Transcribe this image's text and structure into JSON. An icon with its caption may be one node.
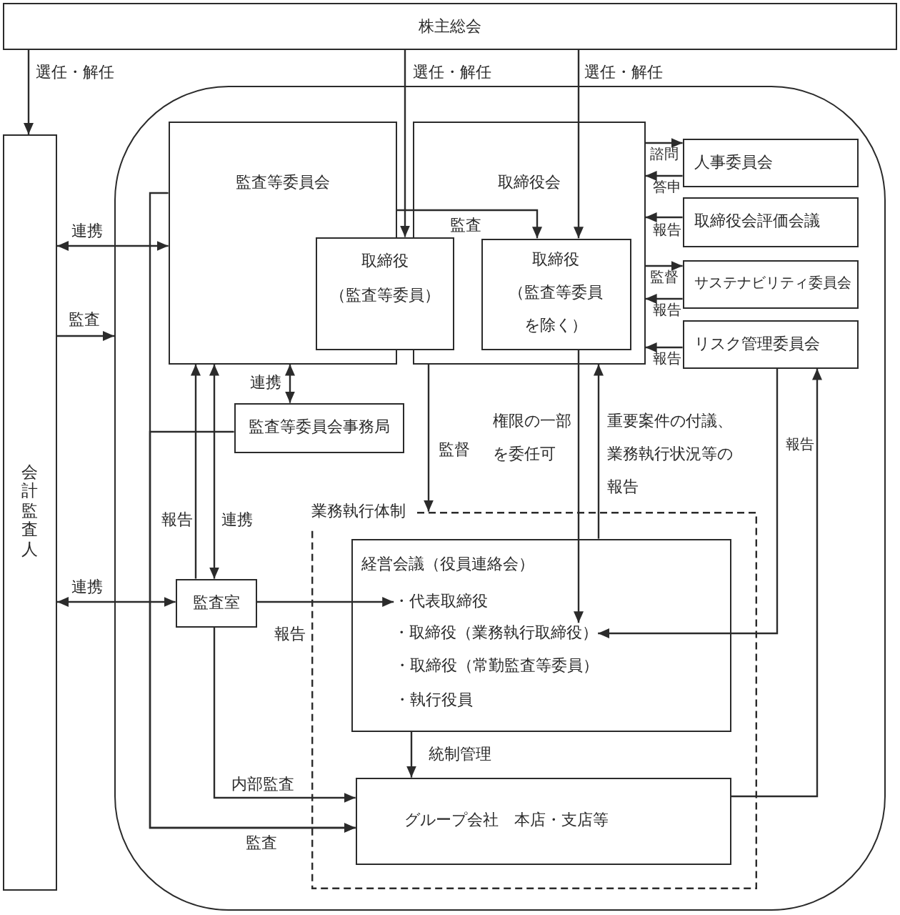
{
  "diagram": {
    "nodes": [
      {
        "text": [
          "株主総会"
        ]
      },
      {
        "text": [
          "会計監査人"
        ]
      },
      {
        "text": [],
        "shape": "box"
      },
      {
        "text": [
          "監査等委員会"
        ],
        "in": 2
      },
      {
        "text": [
          "取締役会"
        ],
        "in": 2
      },
      {
        "text": [
          "取締役",
          "（監査等委員）"
        ],
        "in": 2
      },
      {
        "text": [
          "取締役",
          "（監査等委員を除く）"
        ],
        "in": 4
      },
      {
        "text": [
          "人事委員会"
        ],
        "in": 2
      },
      {
        "text": [
          "取締役会評価会議"
        ],
        "in": 2
      },
      {
        "text": [
          "サステナビリティ委員会"
        ],
        "in": 2
      },
      {
        "text": [
          "リスク管理委員会"
        ],
        "in": 2
      },
      {
        "text": [
          "監査等委員会事務局"
        ],
        "in": 2
      },
      {
        "text": [
          "監査室"
        ],
        "in": 2
      },
      {
        "text": [
          "業務執行体制"
        ],
        "in": 2
      },
      {
        "text": [
          "経営会議（役員連絡会）",
          "・取締役（常勤監査等委員）",
          "・執行役員"
        ],
        "in": 13
      },
      {
        "text": [
          "・代表取締役"
        ],
        "in": 14
      },
      {
        "text": [
          "・取締役（業務執行取締役）"
        ],
        "in": 14
      },
      {
        "text": [
          "グループ会社　本店・支店等"
        ],
        "in": 13
      }
    ],
    "edges": [
      {
        "from": 0,
        "to": 1,
        "arrow": "to",
        "label": "選任・解任"
      },
      {
        "from": 0,
        "to": 5,
        "arrow": "to",
        "label": "選任・解任"
      },
      {
        "from": 0,
        "to": 6,
        "arrow": "to",
        "label": "選任・解任"
      },
      {
        "from": 1,
        "to": 3,
        "arrow": "both",
        "label": "連携"
      },
      {
        "from": 1,
        "to": 2,
        "arrow": "to",
        "label": "監査"
      },
      {
        "from": 3,
        "to": 6,
        "arrow": "to",
        "label": "監査"
      },
      {
        "from": 4,
        "to": 7,
        "arrow": "to",
        "label": "諮問"
      },
      {
        "from": 7,
        "to": 4,
        "arrow": "to",
        "label": "答申"
      },
      {
        "from": 8,
        "to": 4,
        "arrow": "to",
        "label": "報告"
      },
      {
        "from": 4,
        "to": 9,
        "arrow": "to",
        "label": "監督"
      },
      {
        "from": 9,
        "to": 4,
        "arrow": "to",
        "label": "報告"
      },
      {
        "from": 10,
        "to": 4,
        "arrow": "to",
        "label": "報告"
      },
      {
        "from": 3,
        "to": 11,
        "arrow": "both",
        "label": "連携"
      },
      {
        "from": 3,
        "to": 17,
        "arrow": "to",
        "label": "監査"
      },
      {
        "from": 11,
        "to": 17,
        "arrow": "to"
      },
      {
        "from": 12,
        "to": 3,
        "arrow": "to",
        "label": "報告"
      },
      {
        "from": 3,
        "to": 12,
        "arrow": "both",
        "label": "連携"
      },
      {
        "from": 1,
        "to": 12,
        "arrow": "both",
        "label": "連携"
      },
      {
        "from": 12,
        "to": 15,
        "arrow": "to",
        "label": "報告"
      },
      {
        "from": 12,
        "to": 17,
        "arrow": "to",
        "label": "内部監査"
      },
      {
        "from": 4,
        "to": 13,
        "arrow": "to",
        "label": "監督"
      },
      {
        "from": 6,
        "to": 16,
        "arrow": "to",
        "label": "権限の一部を委任可"
      },
      {
        "from": 14,
        "to": 4,
        "arrow": "to",
        "label": "重要案件の付議、業務執行状況等の報告"
      },
      {
        "from": 10,
        "to": 16,
        "arrow": "to"
      },
      {
        "from": 17,
        "to": 10,
        "arrow": "to",
        "label": "報告"
      },
      {
        "from": 14,
        "to": 17,
        "arrow": "to",
        "label": "統制管理"
      }
    ]
  }
}
